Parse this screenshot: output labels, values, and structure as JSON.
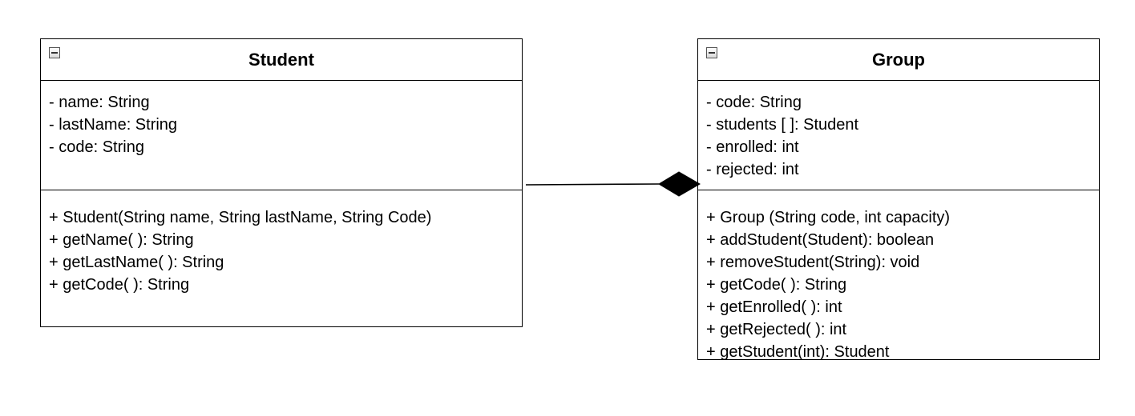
{
  "classes": {
    "student": {
      "name": "Student",
      "attributes": [
        "- name: String",
        "- lastName: String",
        "- code: String"
      ],
      "operations": [
        "+ Student(String name, String lastName, String Code)",
        "+ getName( ): String",
        "+ getLastName( ): String",
        "+ getCode( ): String"
      ]
    },
    "group": {
      "name": "Group",
      "attributes": [
        "- code: String",
        "- students [ ]: Student",
        "- enrolled: int",
        "- rejected: int"
      ],
      "operations": [
        "+ Group (String code, int capacity)",
        "+ addStudent(Student): boolean",
        "+ removeStudent(String): void",
        "+ getCode( ): String",
        "+ getEnrolled( ): int",
        "+ getRejected( ): int",
        "+ getStudent(int): Student"
      ]
    }
  },
  "relationship": {
    "type": "composition",
    "from": "Student",
    "to": "Group"
  }
}
